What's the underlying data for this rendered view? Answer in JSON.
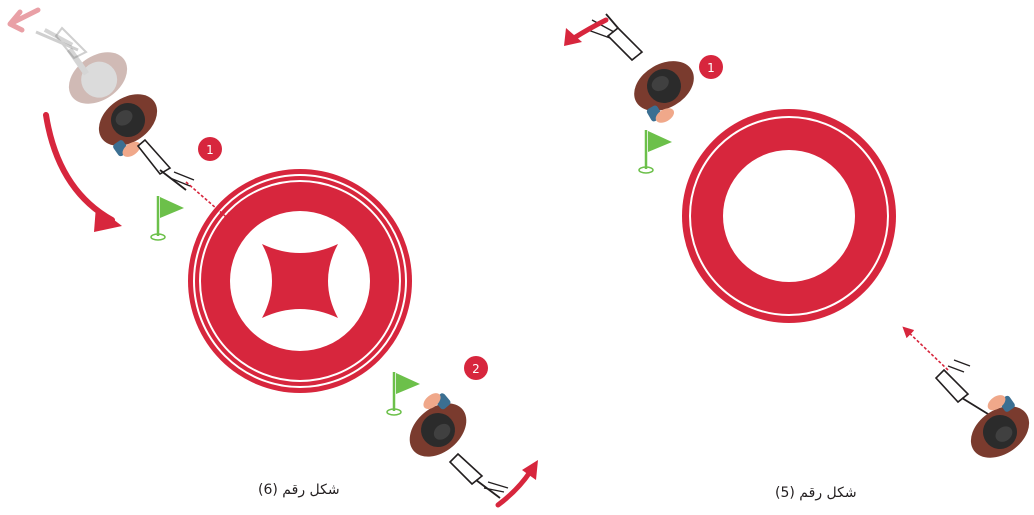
{
  "figures": [
    {
      "caption": "شكل رقم (6)",
      "markers": [
        "1",
        "2"
      ]
    },
    {
      "caption": "شكل رقم (5)",
      "markers": [
        "1"
      ]
    }
  ],
  "colors": {
    "accent_red": "#d7263d",
    "flag_green": "#6cc04a",
    "hair": "#2b2b2b",
    "skin": "#f0a88a",
    "shirt": "#7a3b2e",
    "jeans": "#3b6f92"
  },
  "icons": [
    "target-ring",
    "target-x-mark",
    "golf-flag",
    "player",
    "golf-club",
    "move-arrow",
    "shot-arrow",
    "number-badge"
  ]
}
